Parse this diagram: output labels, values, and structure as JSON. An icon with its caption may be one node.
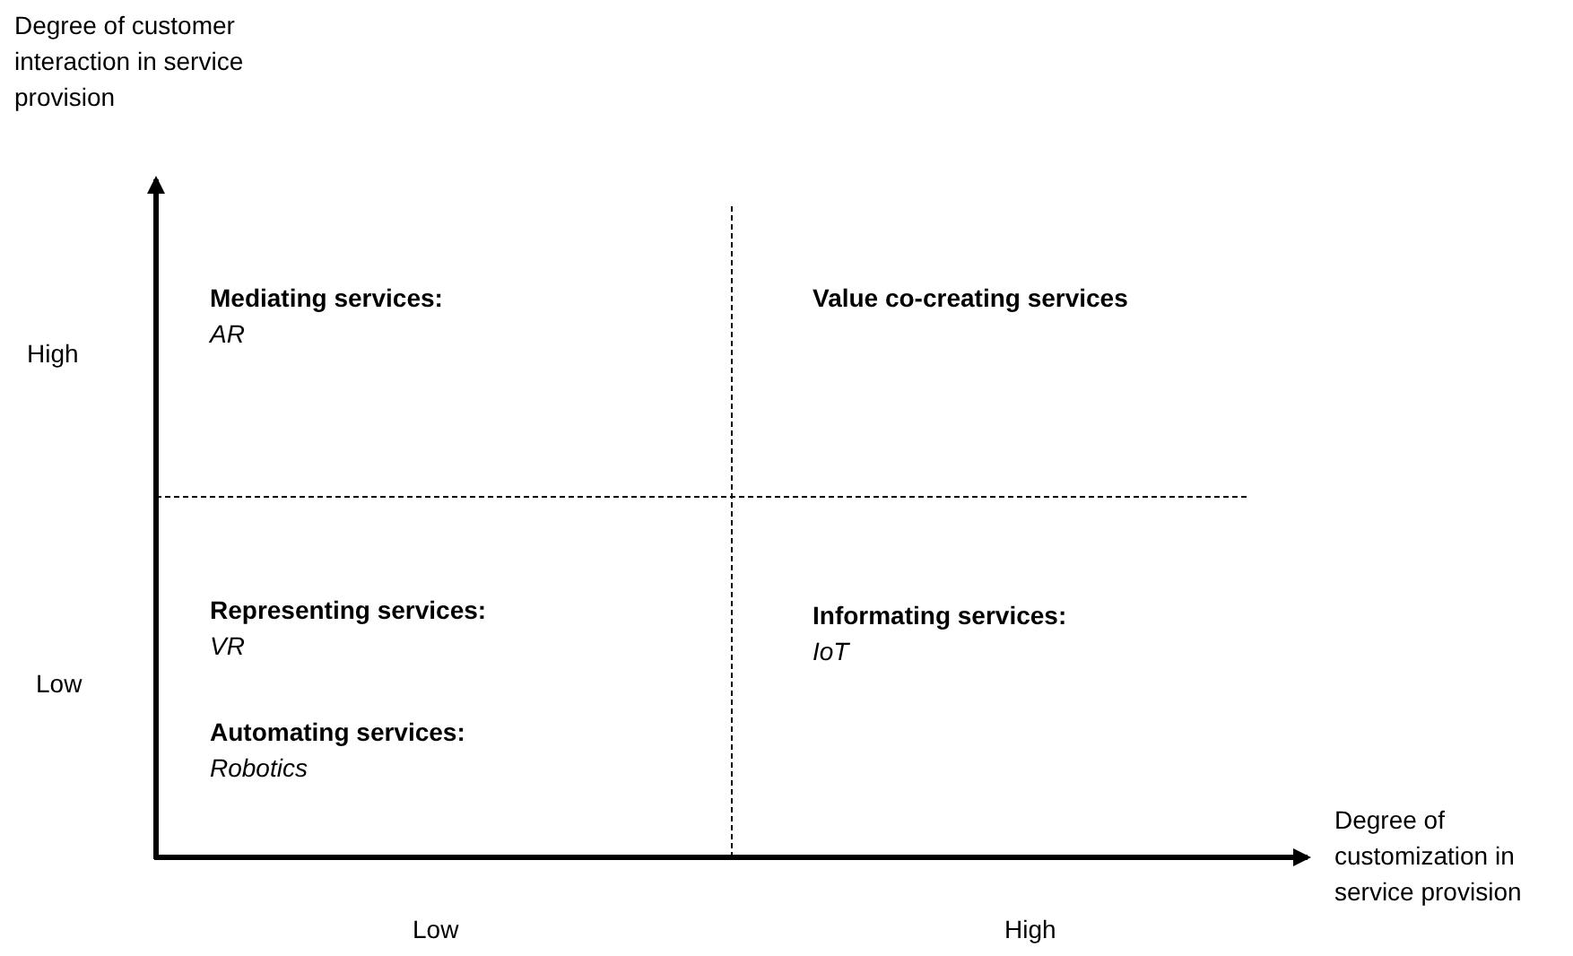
{
  "diagram": {
    "labels": [
      "Degree of customer interaction in service provision",
      "High",
      "Mediating services:",
      "AR",
      "Value co-creating services",
      "Representing services:",
      "VR",
      "Informating services:",
      "IoT",
      "Low",
      "Automating services:",
      "Robotics",
      "Degree of customization in service provision",
      "Low",
      "High"
    ]
  }
}
